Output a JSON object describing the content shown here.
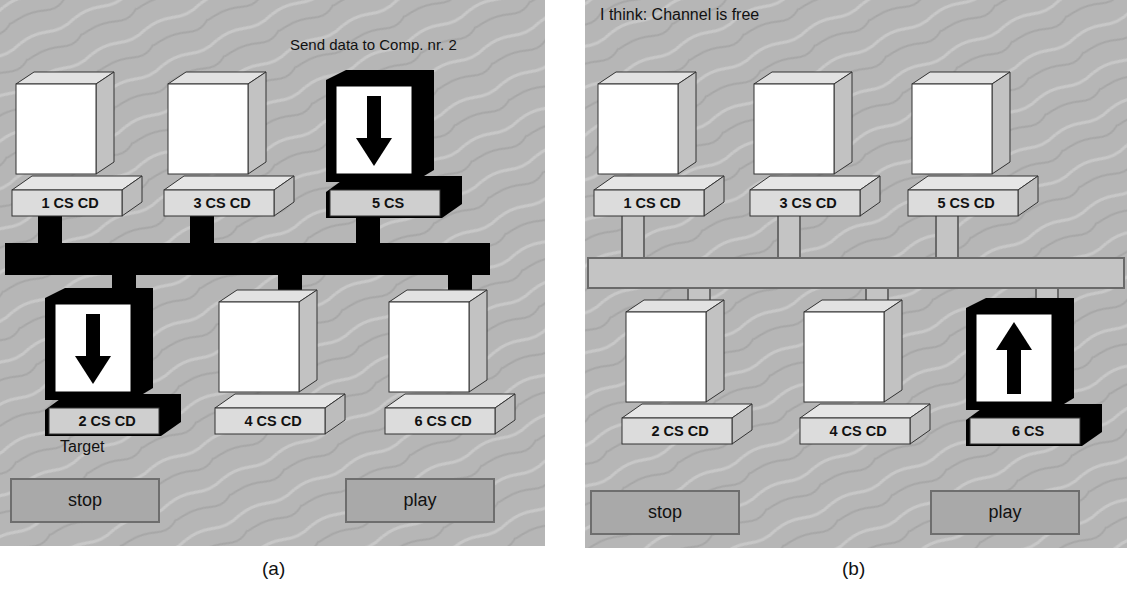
{
  "diagram": {
    "nodes": [
      {
        "text": [
          "1 CS CD"
        ]
      },
      {
        "text": [
          "3 CS CD"
        ]
      },
      {
        "text": [
          "5 CS"
        ]
      },
      {
        "text": [
          "2 CS CD"
        ]
      },
      {
        "text": [
          "4 CS CD"
        ]
      },
      {
        "text": [
          "6 CS CD"
        ]
      },
      {
        "text": [
          "stop"
        ]
      },
      {
        "text": [
          "play"
        ]
      },
      {
        "text": [
          "1 CS CD"
        ]
      },
      {
        "text": [
          "3 CS CD"
        ]
      },
      {
        "text": [
          "5 CS CD"
        ]
      },
      {
        "text": [
          "2 CS CD"
        ]
      },
      {
        "text": [
          "4 CS CD"
        ]
      },
      {
        "text": [
          "6 CS"
        ]
      },
      {
        "text": [
          "stop"
        ]
      },
      {
        "text": [
          "play"
        ]
      }
    ],
    "labels": [
      "Send data to Comp. nr. 2",
      "Target",
      "(a)",
      "I think: Channel is free",
      "(b)"
    ]
  }
}
